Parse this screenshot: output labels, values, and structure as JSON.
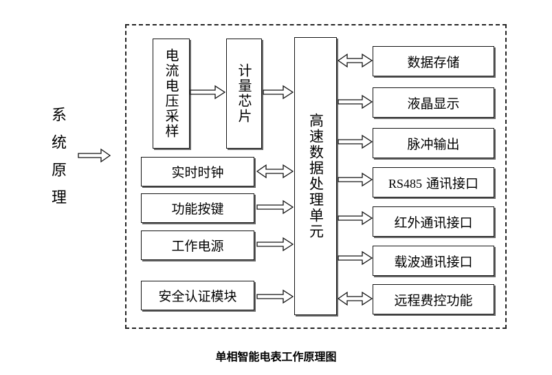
{
  "system_label": "系统原理",
  "left_column": {
    "current_voltage_sampling": "电流电压采样",
    "metering_chip": "计量芯片",
    "realtime_clock": "实时时钟",
    "function_keys": "功能按键",
    "working_power": "工作电源",
    "security_module": "安全认证模块"
  },
  "processing_unit": "高速数据处理单元",
  "right_column": {
    "data_storage": "数据存储",
    "lcd_display": "液晶显示",
    "pulse_output": "脉冲输出",
    "rs485_prefix": "RS485",
    "rs485_suffix": "通讯接口",
    "infrared_interface": "红外通讯接口",
    "carrier_interface": "载波通讯接口",
    "remote_fee_control": "远程费控功能"
  },
  "caption": "单相智能电表工作原理图"
}
